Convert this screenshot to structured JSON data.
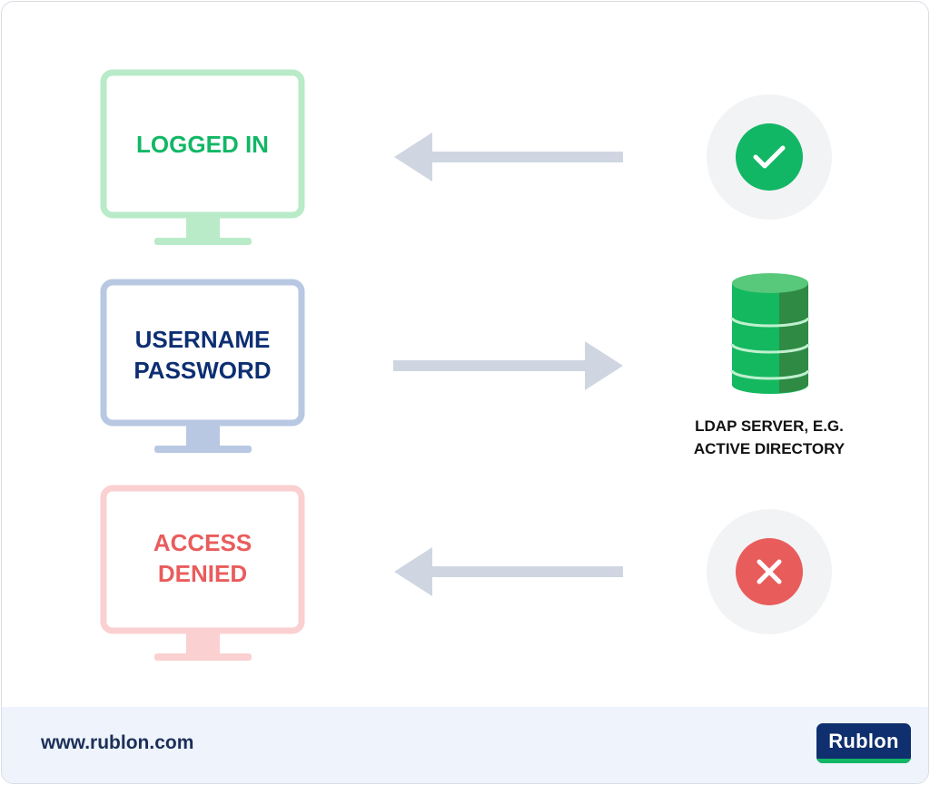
{
  "monitors": {
    "top": {
      "line1": "LOGGED IN",
      "line2": ""
    },
    "middle": {
      "line1": "USERNAME",
      "line2": "PASSWORD"
    },
    "bottom": {
      "line1": "ACCESS",
      "line2": "DENIED"
    }
  },
  "server": {
    "label_line1": "LDAP SERVER, E.G.",
    "label_line2": "ACTIVE DIRECTORY"
  },
  "footer": {
    "url": "www.rublon.com",
    "logo_text": "Rublon"
  },
  "colors": {
    "success_green": "#12b765",
    "success_light": "#b9ebc8",
    "credential_blue": "#0d2f72",
    "credential_light": "#b8c8e2",
    "error_red": "#e95c5c",
    "error_light": "#fbd0d0",
    "arrow_gray": "#cfd6e1",
    "circle_bg": "#f2f3f5",
    "brand_navy": "#0f2f6e"
  },
  "icons": {
    "top_status": "check-icon",
    "bottom_status": "x-icon",
    "server": "database-icon"
  }
}
